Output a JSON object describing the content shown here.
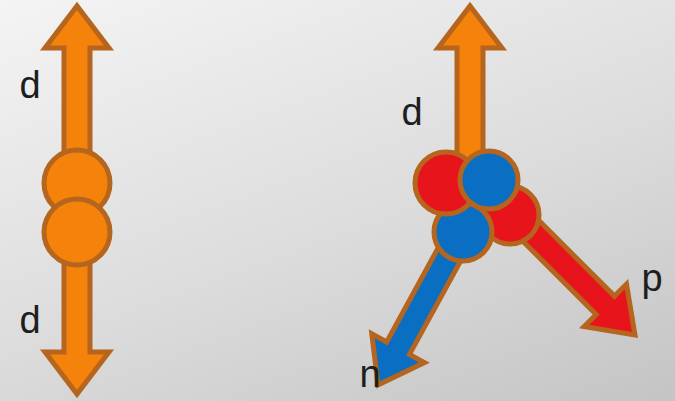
{
  "diagram": {
    "labels": [
      "d",
      "d",
      "d",
      "n",
      "p"
    ]
  }
}
